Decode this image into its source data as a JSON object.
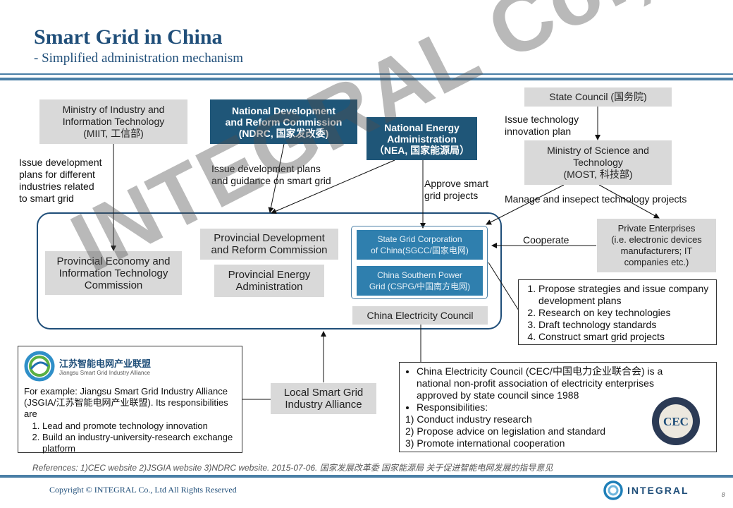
{
  "header": {
    "title": "Smart Grid in China",
    "subtitle": "- Simplified administration mechanism"
  },
  "boxes": {
    "miit": "Ministry of Industry and\nInformation Technology\n(MIIT, 工信部)",
    "ndrc": "National Development\nand Reform Commission\n(NDRC, 国家发改委)",
    "nea": "National Energy\nAdministration\n（NEA, 国家能源局）",
    "state_council": "State Council (国务院)",
    "most": "Ministry of Science and\nTechnology\n(MOST, 科技部)",
    "provincial_econ": "Provincial Economy and\nInformation Technology\nCommission",
    "provincial_dev": "Provincial Development\nand Reform Commission",
    "provincial_energy": "Provincial Energy\nAdministration",
    "sgcc": "State Grid Corporation\nof China(SGCC/国家电网)",
    "cspg": "China Southern Power\nGrid (CSPG/中国南方电网)",
    "cec": "China Electricity Council",
    "private": "Private Enterprises\n(i.e. electronic devices\nmanufacturers; IT\ncompanies etc.)",
    "local_alliance": "Local Smart Grid\nIndustry Alliance"
  },
  "labels": {
    "miit_issue": "Issue development\nplans for different\nindustries related\nto smart grid",
    "ndrc_issue": "Issue development plans\nand guidance on smart grid",
    "nea_approve": "Approve smart\ngrid projects",
    "state_issue": "Issue technology\ninnovation plan",
    "most_manage": "Manage and insepect technology projects",
    "cooperate": "Cooperate"
  },
  "grid_duties": [
    "Propose strategies and issue company development plans",
    "Research on key technologies",
    "Draft technology standards",
    "Construct smart grid projects"
  ],
  "jsgia": {
    "logo_text": "江苏智能电网产业联盟",
    "logo_sub": "Jiangsu Smart Grid Industry Alliance",
    "intro": "For example: Jiangsu Smart Grid Industry Alliance (JSGIA/江苏智能电网产业联盟). Its responsibilities  are",
    "items": [
      "Lead and promote technology innovation",
      "Build an industry-university-research exchange platform"
    ]
  },
  "cec_info": {
    "bullet1": "China Electricity Council (CEC/中国电力企业联合会) is a national non-profit association of electricity enterprises approved by state council since 1988",
    "bullet2": "Responsibilities:",
    "items": [
      "1)  Conduct industry research",
      "2)  Propose advice on legislation and standard",
      "3)  Promote international cooperation"
    ],
    "seal_text": "CEC"
  },
  "watermark": "INTEGRAL Co., Ltd",
  "footer": {
    "references": "References: 1)CEC website 2)JSGIA website 3)NDRC website. 2015-07-06.  国家发展改革委 国家能源局 关于促进智能电网发展的指导意见",
    "copyright": "Copyright © INTEGRAL  Co., Ltd All Rights Reserved",
    "brand": "INTEGRAL",
    "page_number": "8"
  },
  "colors": {
    "navy": "#1f4e79",
    "dark_box": "#1f5678",
    "grey_box": "#d9d9d9",
    "inner_blue": "#2f7fae",
    "rule": "#4a7fa6"
  }
}
